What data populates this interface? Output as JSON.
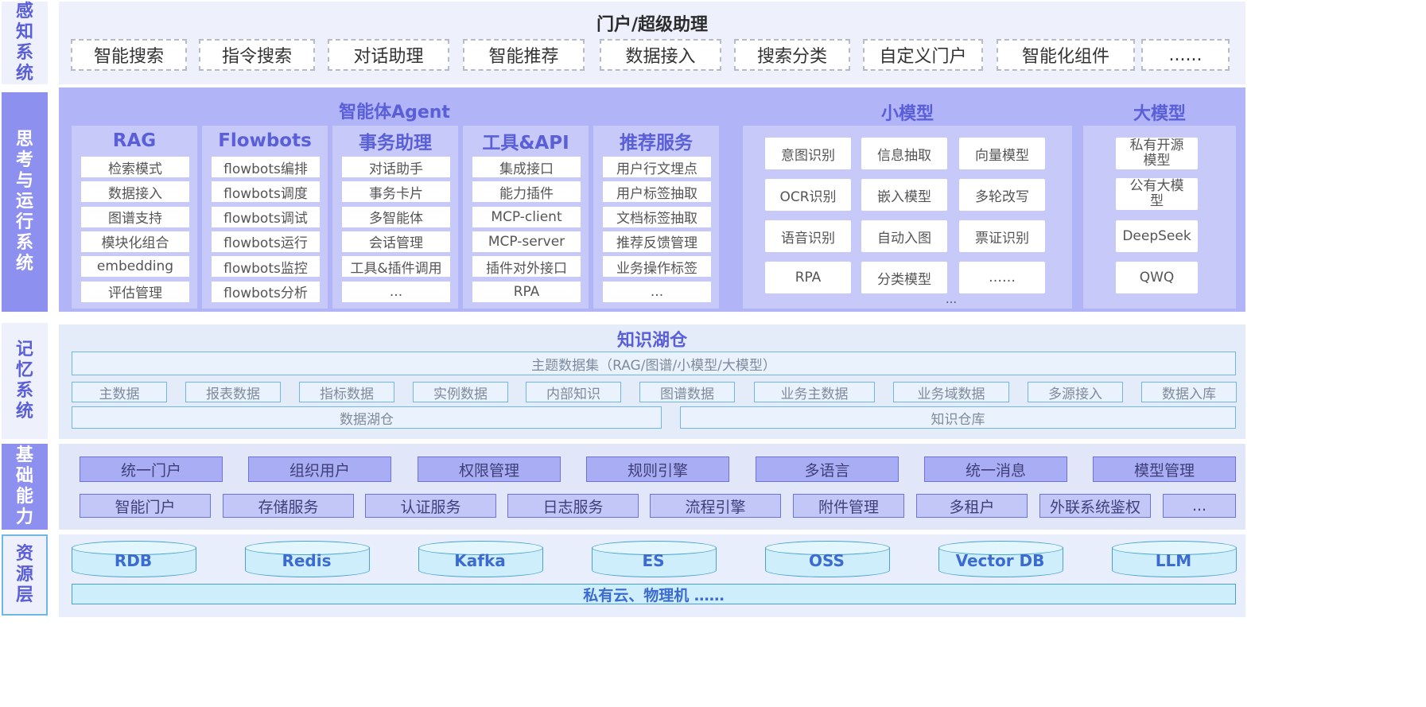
{
  "layers": {
    "perception": "感知系统",
    "thinking": "思考与运行系统",
    "memory": "记忆系统",
    "foundation": "基础能力",
    "resource": "资源层"
  },
  "portal": {
    "title": "门户/超级助理",
    "items": [
      "智能搜索",
      "指令搜索",
      "对话助理",
      "智能推荐",
      "数据接入",
      "搜索分类",
      "自定义门户",
      "智能化组件",
      "......"
    ]
  },
  "agent": {
    "title": "智能体Agent",
    "columns": [
      {
        "name": "RAG",
        "items": [
          "检索模式",
          "数据接入",
          "图谱支持",
          "模块化组合",
          "embedding",
          "评估管理"
        ]
      },
      {
        "name": "Flowbots",
        "items": [
          "flowbots编排",
          "flowbots调度",
          "flowbots调试",
          "flowbots运行",
          "flowbots监控",
          "flowbots分析"
        ]
      },
      {
        "name": "事务助理",
        "items": [
          "对话助手",
          "事务卡片",
          "多智能体",
          "会话管理",
          "工具&插件调用",
          "..."
        ]
      },
      {
        "name": "工具&API",
        "items": [
          "集成接口",
          "能力插件",
          "MCP-client",
          "MCP-server",
          "插件对外接口",
          "RPA"
        ]
      },
      {
        "name": "推荐服务",
        "items": [
          "用户行文埋点",
          "用户标签抽取",
          "文档标签抽取",
          "推荐反馈管理",
          "业务操作标签",
          "..."
        ]
      }
    ]
  },
  "small_model": {
    "title": "小模型",
    "items": [
      "意图识别",
      "信息抽取",
      "向量模型",
      "OCR识别",
      "嵌入模型",
      "多轮改写",
      "语音识别",
      "自动入图",
      "票证识别",
      "RPA",
      "分类模型",
      "……"
    ],
    "more": "..."
  },
  "large_model": {
    "title": "大模型",
    "items": [
      "私有开源模型",
      "公有大模型",
      "DeepSeek",
      "QWQ"
    ]
  },
  "knowledge": {
    "title": "知识湖仓",
    "topic": "主题数据集（RAG/图谱/小模型/大模型）",
    "row": [
      "主数据",
      "报表数据",
      "指标数据",
      "实例数据",
      "内部知识",
      "图谱数据",
      "业务主数据",
      "业务域数据",
      "多源接入",
      "数据入库"
    ],
    "lake": "数据湖仓",
    "warehouse": "知识仓库"
  },
  "foundation": {
    "row1": [
      "统一门户",
      "组织用户",
      "权限管理",
      "规则引擎",
      "多语言",
      "统一消息",
      "模型管理"
    ],
    "row2": [
      "智能门户",
      "存储服务",
      "认证服务",
      "日志服务",
      "流程引擎",
      "附件管理",
      "多租户",
      "外联系统鉴权",
      "..."
    ]
  },
  "resource": {
    "items": [
      "RDB",
      "Redis",
      "Kafka",
      "ES",
      "OSS",
      "Vector DB",
      "LLM"
    ],
    "cloud": "私有云、物理机 ……"
  },
  "colors": {
    "accent": "#5a5fd8",
    "think_bg": "#b1b4f6",
    "cylinder_stroke": "#4aa3cf"
  }
}
